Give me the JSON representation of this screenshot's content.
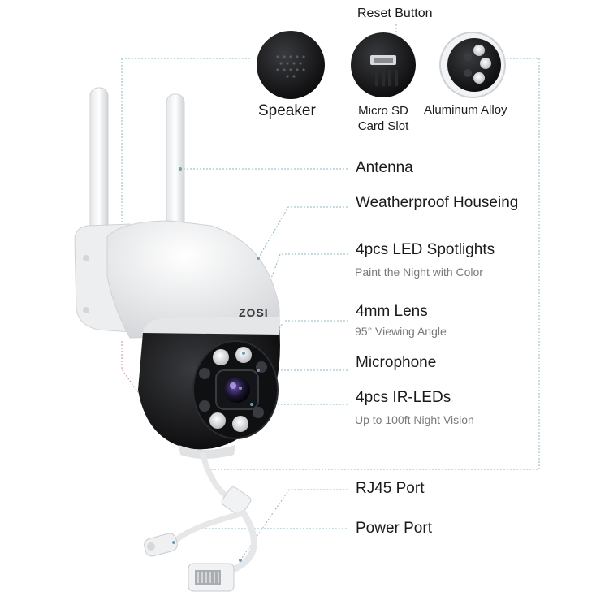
{
  "callouts": {
    "reset_button": "Reset Button",
    "speaker": "Speaker",
    "micro_sd_line1": "Micro SD",
    "micro_sd_line2": "Card Slot",
    "aluminum_alloy": "Aluminum Alloy",
    "antenna": "Antenna",
    "weatherproof": "Weatherproof Houseing",
    "led_spotlights": "4pcs LED Spotlights",
    "led_spotlights_sub": "Paint the Night with Color",
    "lens": "4mm Lens",
    "lens_sub": "95° Viewing Angle",
    "microphone": "Microphone",
    "ir_leds": "4pcs IR-LEDs",
    "ir_leds_sub": "Up to 100ft Night Vision",
    "rj45": "RJ45 Port",
    "power": "Power Port"
  },
  "brand": "ZOSI",
  "colors": {
    "leader_line": "#8fb7c4",
    "leader_accent": "#c78ab0",
    "camera_body": "#f2f3f4",
    "camera_dark": "#1c1d20"
  }
}
